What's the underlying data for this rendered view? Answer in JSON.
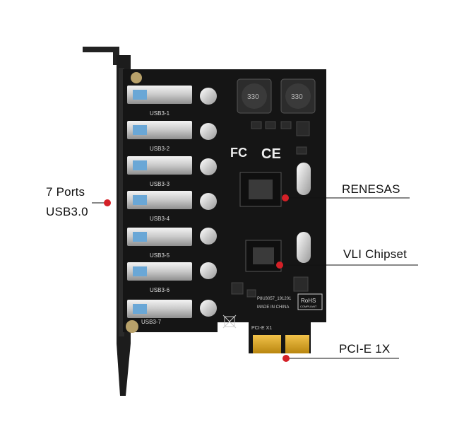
{
  "callouts": {
    "ports_line1": "7 Ports",
    "ports_line2": "USB3.0",
    "renesas": "RENESAS",
    "vli": "VLI Chipset",
    "pcie": "PCI-E 1X"
  },
  "board": {
    "port_labels": [
      "USB3-1",
      "USB3-2",
      "USB3-3",
      "USB3-4",
      "USB3-5",
      "USB3-6",
      "USB3-7"
    ],
    "inductor_marks": [
      "330",
      "330"
    ],
    "fc_mark": "FC",
    "ce_mark": "CE",
    "model_text": "P8U3057_191201",
    "made_in": "MADE IN CHINA",
    "rohs": "RoHS",
    "rohs_sub": "COMPLIANT",
    "slot_label": "PCI-E X1"
  },
  "colors": {
    "pcb": "#151515",
    "bracket": "#1a1a1a",
    "port_metal": "#d8d8d8",
    "gold_contacts": "#d4a017",
    "marker_dot": "#d42027"
  }
}
